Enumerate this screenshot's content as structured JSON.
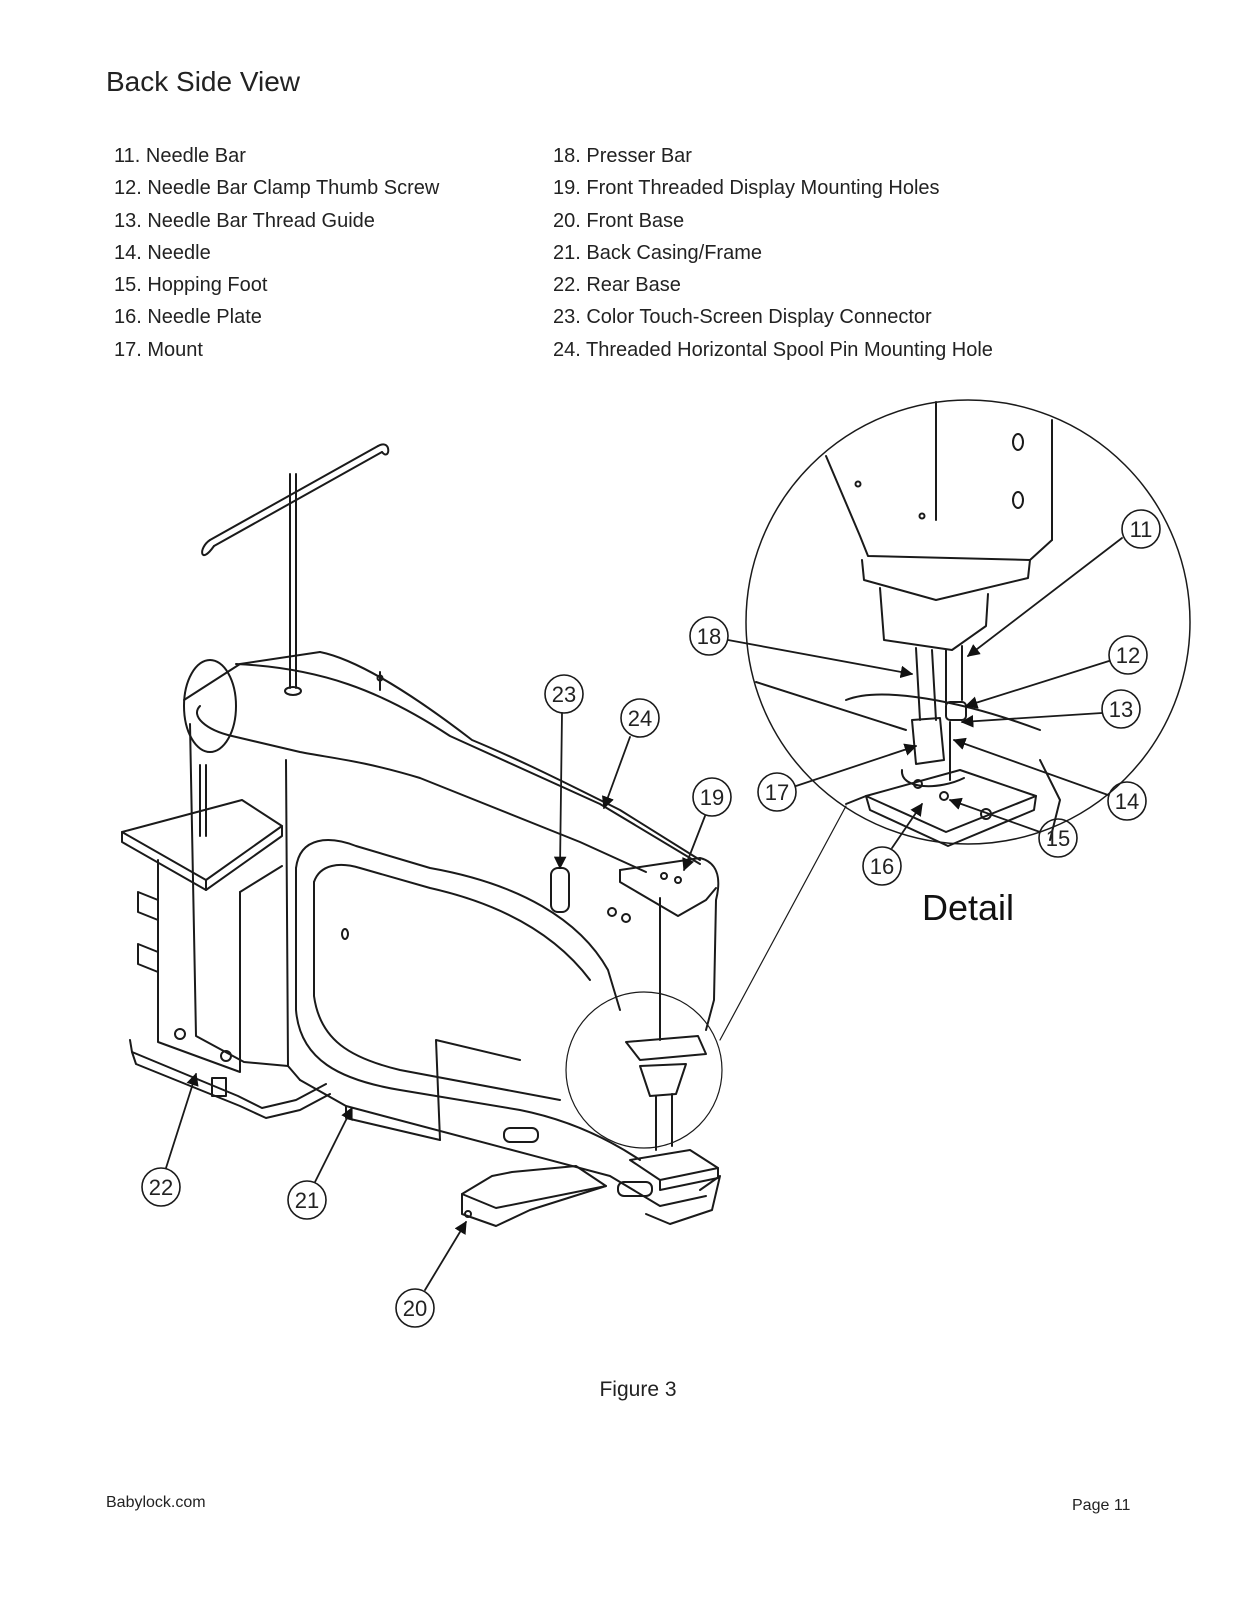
{
  "page": {
    "title": "Back Side View",
    "parts_left": [
      "11. Needle Bar",
      "12. Needle Bar Clamp Thumb Screw",
      "13. Needle Bar Thread Guide",
      "14. Needle",
      "15. Hopping Foot",
      "16. Needle Plate",
      "17. Mount"
    ],
    "parts_right": [
      "18. Presser Bar",
      "19. Front Threaded Display Mounting Holes",
      "20. Front Base",
      "21. Back Casing/Frame",
      "22. Rear Base",
      "23. Color Touch-Screen Display Connector",
      "24. Threaded Horizontal Spool Pin Mounting Hole"
    ],
    "figure": {
      "detail_label": "Detail",
      "callouts": {
        "c11": "11",
        "c12": "12",
        "c13": "13",
        "c14": "14",
        "c15": "15",
        "c16": "16",
        "c17": "17",
        "c18": "18",
        "c19": "19",
        "c20": "20",
        "c21": "21",
        "c22": "22",
        "c23": "23",
        "c24": "24"
      }
    },
    "caption": "Figure 3",
    "footer_left": "Babylock.com",
    "footer_right": "Page 11"
  }
}
